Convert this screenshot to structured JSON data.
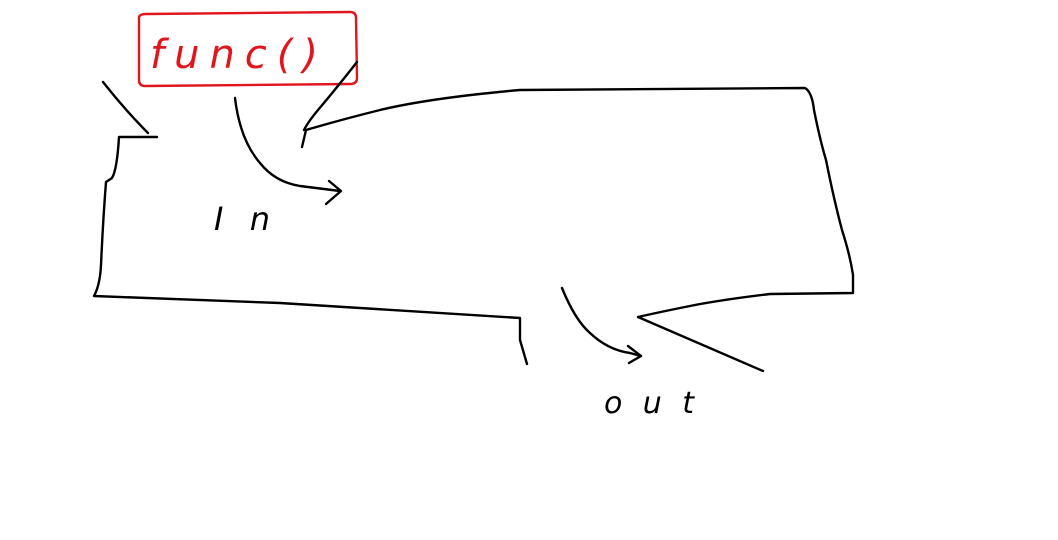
{
  "func_box": {
    "label": "func()",
    "color": "#e0161e"
  },
  "labels": {
    "input": "In",
    "output": "out"
  },
  "ink_color": "#000000"
}
